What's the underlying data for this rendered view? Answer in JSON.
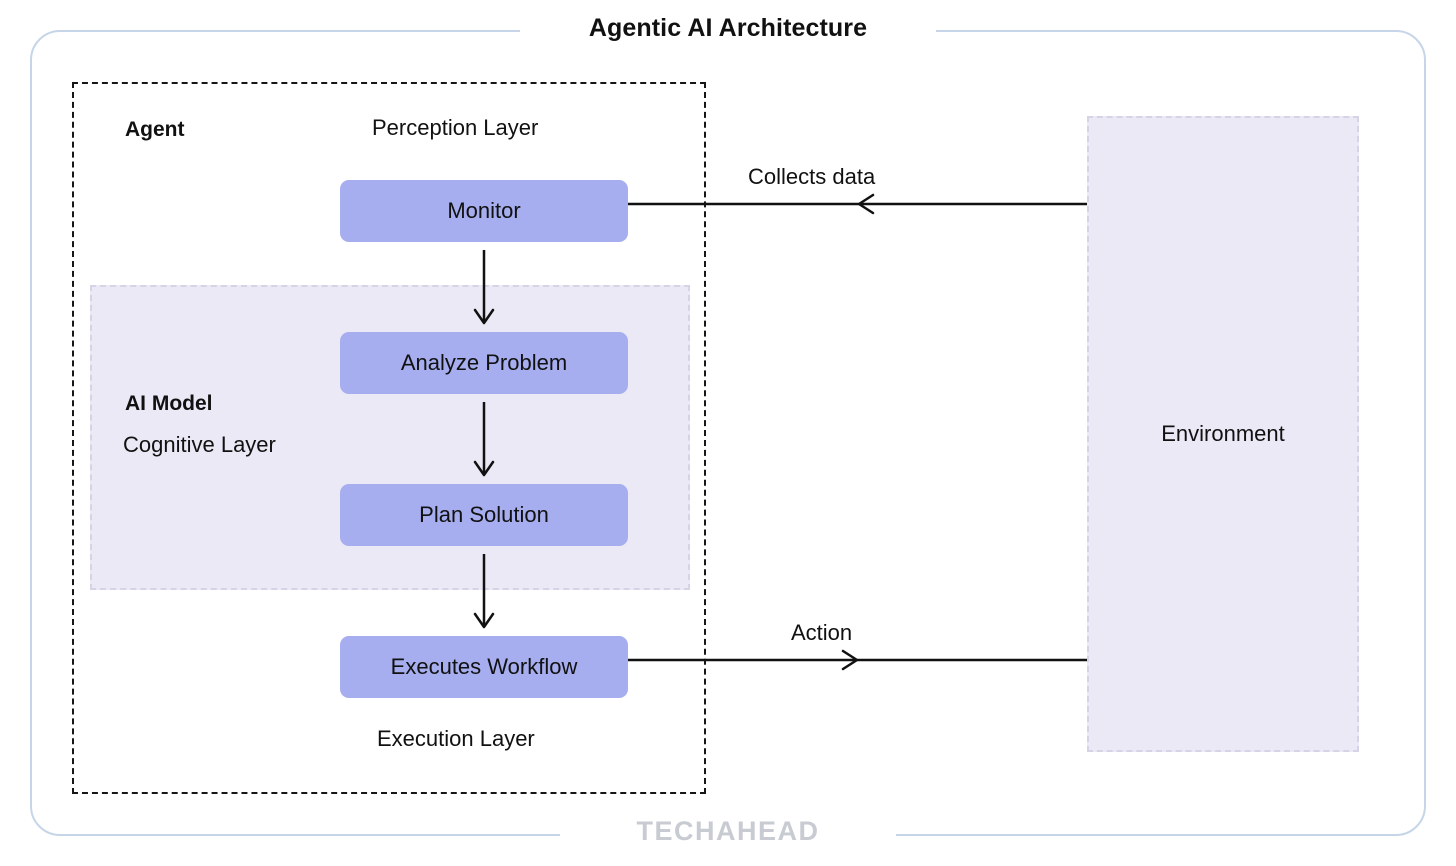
{
  "title": "Agentic AI Architecture",
  "watermark": "TECHAHEAD",
  "agent": {
    "label": "Agent",
    "perception_layer_label": "Perception Layer",
    "execution_layer_label": "Execution Layer",
    "cognitive": {
      "title": "AI Model",
      "layer_label": "Cognitive Layer"
    },
    "nodes": [
      {
        "id": "monitor",
        "label": "Monitor"
      },
      {
        "id": "analyze",
        "label": "Analyze Problem"
      },
      {
        "id": "plan",
        "label": "Plan Solution"
      },
      {
        "id": "execute",
        "label": "Executes Workflow"
      }
    ]
  },
  "environment": {
    "label": "Environment"
  },
  "edges": [
    {
      "id": "collects-data",
      "label": "Collects data",
      "from": "environment",
      "to": "monitor",
      "direction": "left"
    },
    {
      "id": "action",
      "label": "Action",
      "from": "execute",
      "to": "environment",
      "direction": "right"
    },
    {
      "id": "monitor-to-analyze",
      "label": "",
      "from": "monitor",
      "to": "analyze",
      "direction": "down"
    },
    {
      "id": "analyze-to-plan",
      "label": "",
      "from": "analyze",
      "to": "plan",
      "direction": "down"
    },
    {
      "id": "plan-to-execute",
      "label": "",
      "from": "plan",
      "to": "execute",
      "direction": "down"
    }
  ],
  "colors": {
    "node_fill": "#A6AEEF",
    "region_fill": "#EBE9F5",
    "region_border": "#D6D3E6",
    "agent_border": "#161616",
    "frame_border": "#C6D5E8",
    "watermark": "#C8CBD2",
    "text": "#111111"
  }
}
